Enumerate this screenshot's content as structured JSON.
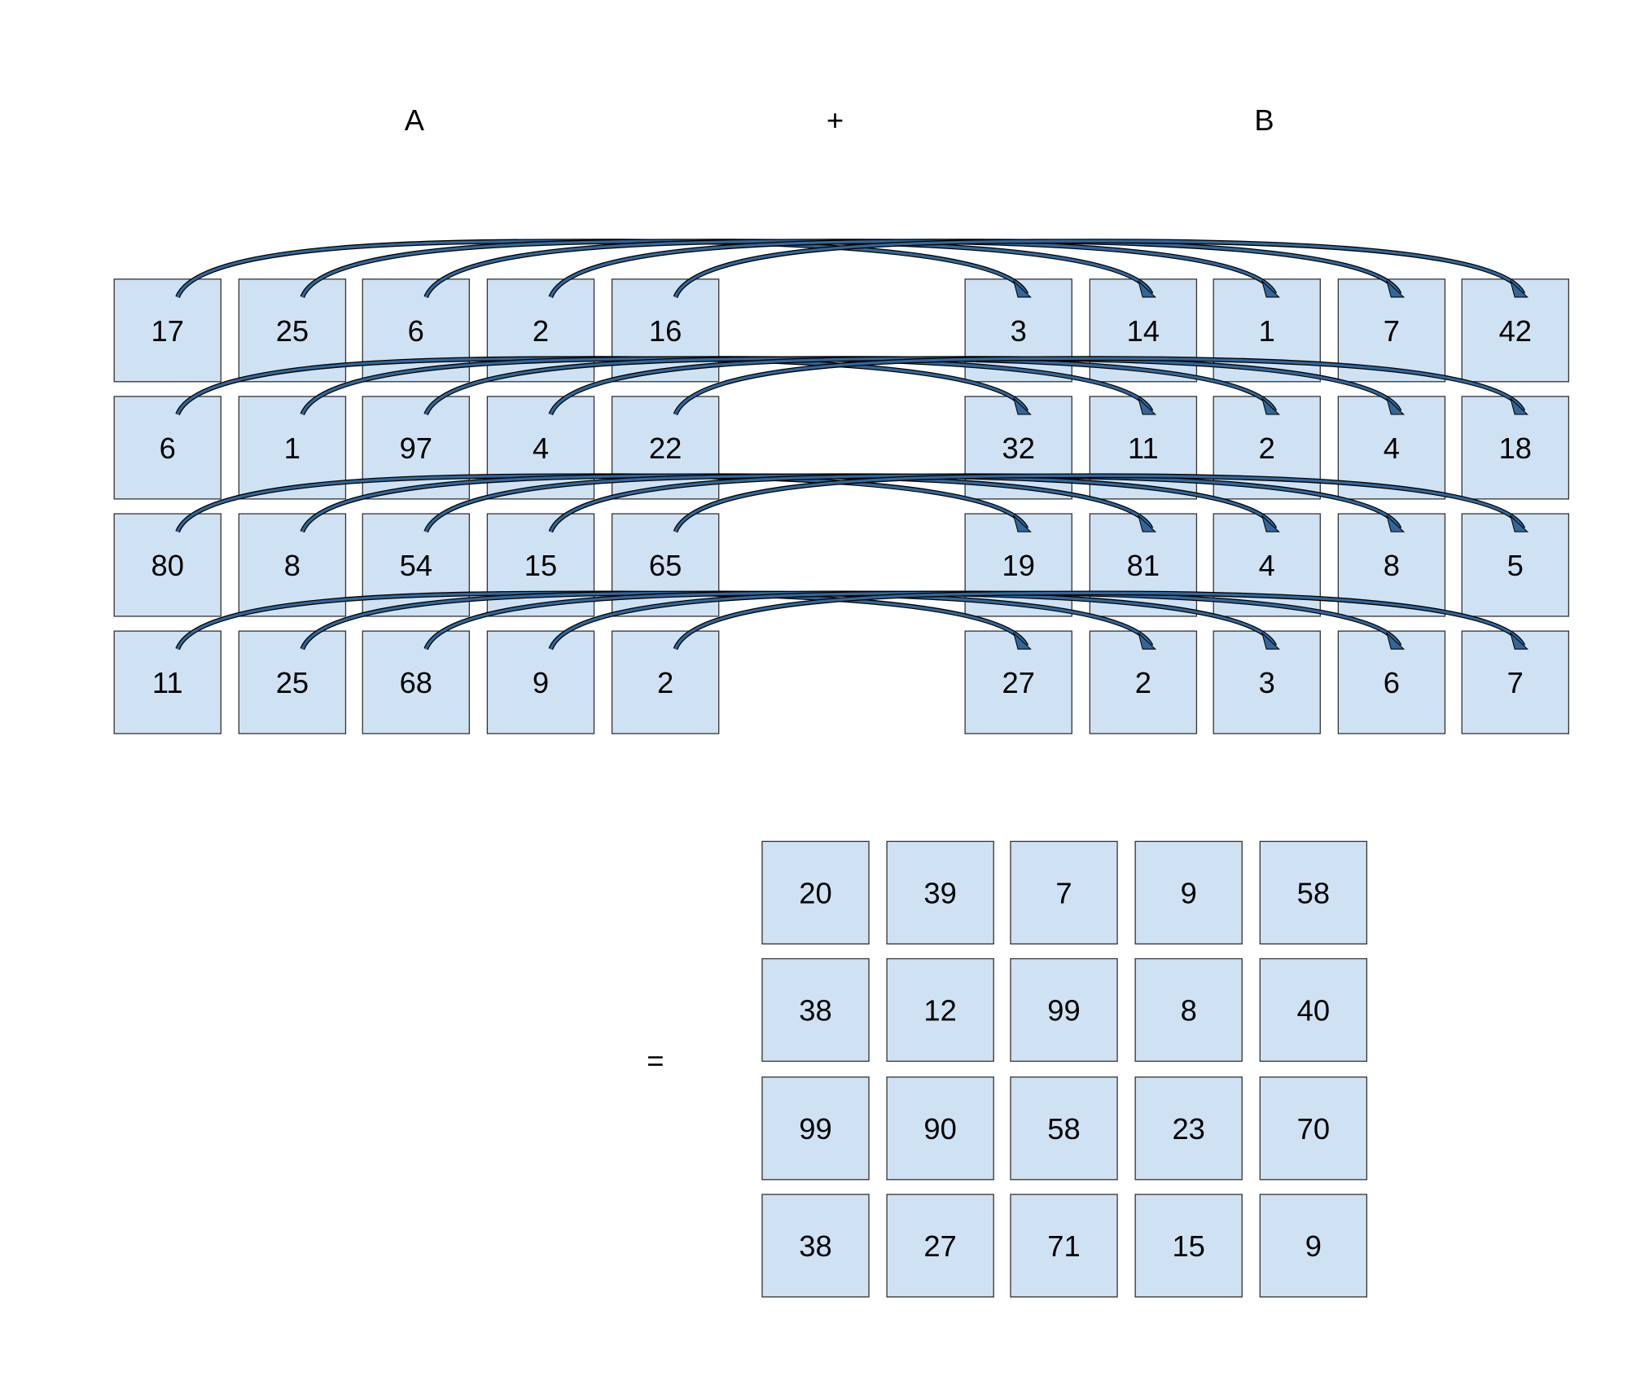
{
  "labels": {
    "a": "A",
    "plus": "+",
    "b": "B",
    "equals": "="
  },
  "matrix_a": [
    [
      17,
      25,
      6,
      2,
      16
    ],
    [
      6,
      1,
      97,
      4,
      22
    ],
    [
      80,
      8,
      54,
      15,
      65
    ],
    [
      11,
      25,
      68,
      9,
      2
    ]
  ],
  "matrix_b": [
    [
      3,
      14,
      1,
      7,
      42
    ],
    [
      32,
      11,
      2,
      4,
      18
    ],
    [
      19,
      81,
      4,
      8,
      5
    ],
    [
      27,
      2,
      3,
      6,
      7
    ]
  ],
  "matrix_result": [
    [
      20,
      39,
      7,
      9,
      58
    ],
    [
      38,
      12,
      99,
      8,
      40
    ],
    [
      99,
      90,
      58,
      23,
      70
    ],
    [
      38,
      27,
      71,
      15,
      9
    ]
  ],
  "colors": {
    "cell_fill": "#cfe2f3",
    "cell_stroke": "#333333",
    "arrow_fill": "#336699"
  }
}
